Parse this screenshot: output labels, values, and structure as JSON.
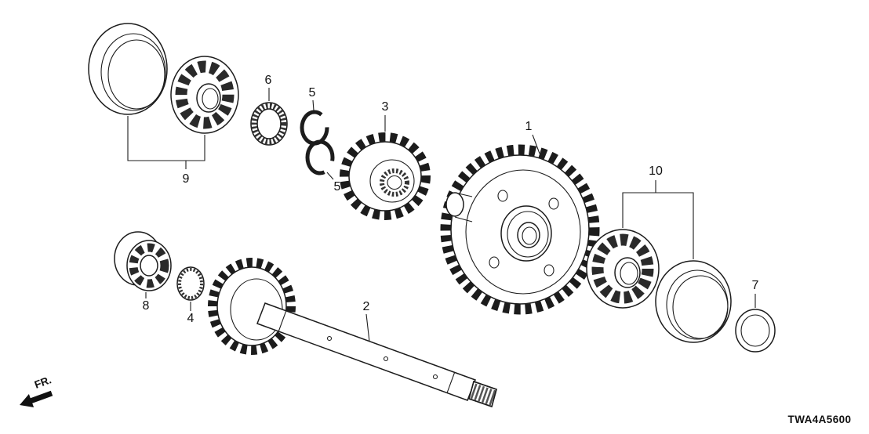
{
  "diagram": {
    "callouts": [
      "1",
      "2",
      "3",
      "4",
      "5",
      "5",
      "6",
      "7",
      "8",
      "9",
      "10"
    ],
    "fr_label": "FR.",
    "part_code": "TWA4A5600"
  }
}
